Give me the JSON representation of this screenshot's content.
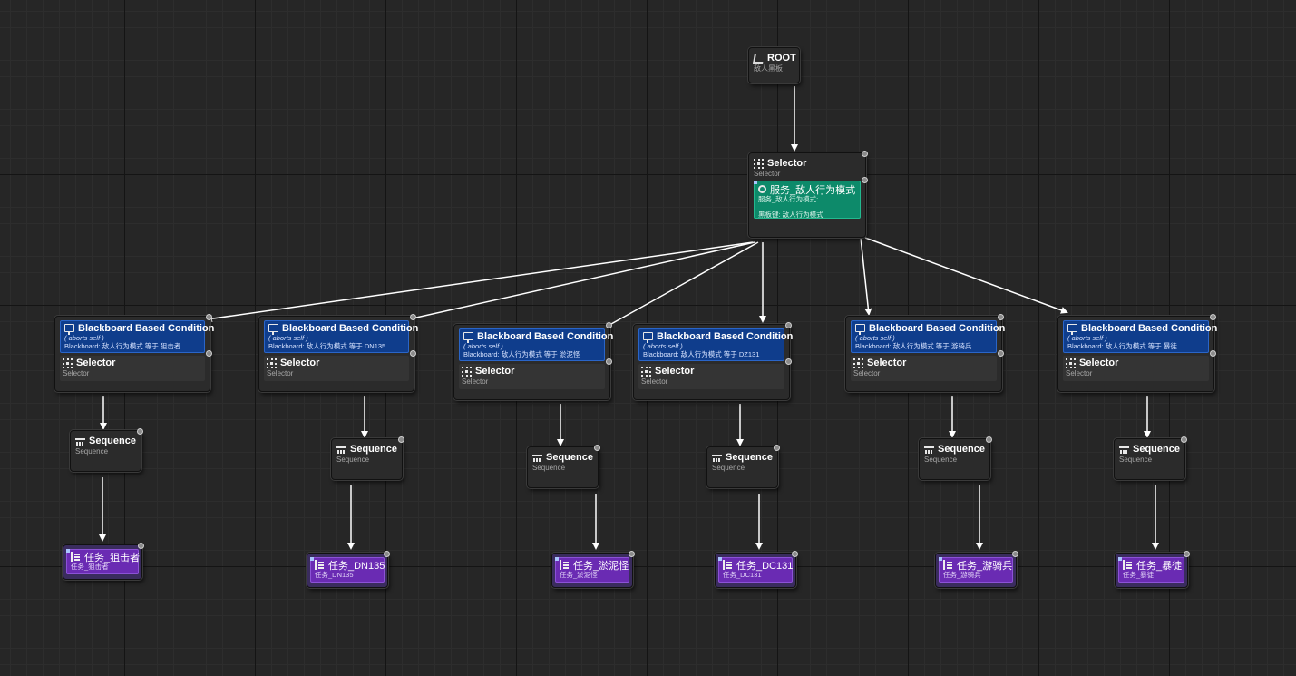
{
  "graph": {
    "root": {
      "title": "ROOT",
      "subtitle": "敌人黑板"
    },
    "main_selector": {
      "title": "Selector",
      "subtitle": "Selector",
      "service": {
        "title": "服务_敌人行为模式",
        "line1": "服务_敌人行为模式:",
        "line2": "黑板键: 敌人行为模式"
      }
    },
    "branches": [
      {
        "decorator": {
          "title": "Blackboard Based Condition",
          "aborts": "( aborts self )",
          "condition": "Blackboard: 敌人行为模式 等于 狙击者"
        },
        "selector": {
          "title": "Selector",
          "subtitle": "Selector"
        },
        "sequence": {
          "title": "Sequence",
          "subtitle": "Sequence"
        },
        "task": {
          "title": "任务_狙击者",
          "subtitle": "任务_狙击者"
        }
      },
      {
        "decorator": {
          "title": "Blackboard Based Condition",
          "aborts": "( aborts self )",
          "condition": "Blackboard: 敌人行为模式 等于 DN135"
        },
        "selector": {
          "title": "Selector",
          "subtitle": "Selector"
        },
        "sequence": {
          "title": "Sequence",
          "subtitle": "Sequence"
        },
        "task": {
          "title": "任务_DN135",
          "subtitle": "任务_DN135"
        }
      },
      {
        "decorator": {
          "title": "Blackboard Based Condition",
          "aborts": "( aborts self )",
          "condition": "Blackboard: 敌人行为模式 等于 淤泥怪"
        },
        "selector": {
          "title": "Selector",
          "subtitle": "Selector"
        },
        "sequence": {
          "title": "Sequence",
          "subtitle": "Sequence"
        },
        "task": {
          "title": "任务_淤泥怪",
          "subtitle": "任务_淤泥怪"
        }
      },
      {
        "decorator": {
          "title": "Blackboard Based Condition",
          "aborts": "( aborts self )",
          "condition": "Blackboard: 敌人行为模式 等于 DZ131"
        },
        "selector": {
          "title": "Selector",
          "subtitle": "Selector"
        },
        "sequence": {
          "title": "Sequence",
          "subtitle": "Sequence"
        },
        "task": {
          "title": "任务_DC131",
          "subtitle": "任务_DC131"
        }
      },
      {
        "decorator": {
          "title": "Blackboard Based Condition",
          "aborts": "( aborts self )",
          "condition": "Blackboard: 敌人行为模式 等于 游骑兵"
        },
        "selector": {
          "title": "Selector",
          "subtitle": "Selector"
        },
        "sequence": {
          "title": "Sequence",
          "subtitle": "Sequence"
        },
        "task": {
          "title": "任务_游骑兵",
          "subtitle": "任务_游骑兵"
        }
      },
      {
        "decorator": {
          "title": "Blackboard Based Condition",
          "aborts": "( aborts self )",
          "condition": "Blackboard: 敌人行为模式 等于 暴徒"
        },
        "selector": {
          "title": "Selector",
          "subtitle": "Selector"
        },
        "sequence": {
          "title": "Sequence",
          "subtitle": "Sequence"
        },
        "task": {
          "title": "任务_暴徒",
          "subtitle": "任务_暴徒"
        }
      }
    ]
  },
  "colors": {
    "background": "#262626",
    "decorator": "#0f3d8c",
    "service": "#0d8a6a",
    "task": "#6a2bb3",
    "wire": "#ffffff"
  },
  "icons": {
    "root": "root-icon",
    "selector": "selector-icon",
    "sequence": "sequence-icon",
    "decorator": "blackboard-icon",
    "service": "service-icon",
    "task": "task-icon"
  }
}
